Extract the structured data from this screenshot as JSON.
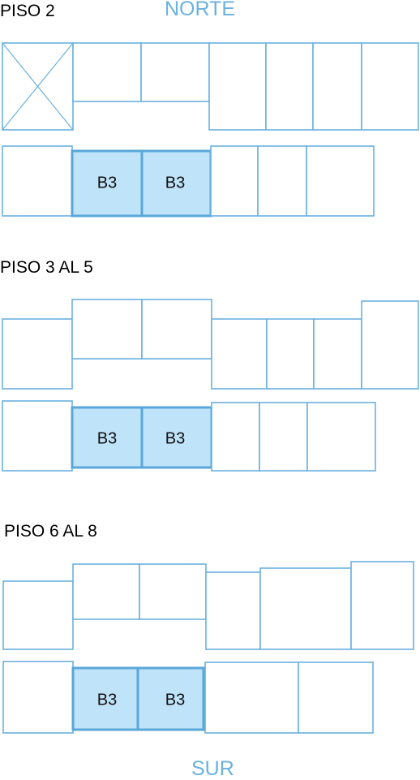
{
  "compass": {
    "north": "NORTE",
    "south": "SUR"
  },
  "floors": [
    {
      "label": "PISO 2",
      "highlight_label": "B3"
    },
    {
      "label": "PISO 3 AL 5",
      "highlight_label": "B3"
    },
    {
      "label": "PISO 6 AL 8",
      "highlight_label": "B3"
    }
  ],
  "colors": {
    "outline": "#6bb1df",
    "highlight_fill": "#bfe3f8",
    "highlight_stroke": "#5aa7da",
    "compass_text": "#6bb1df"
  }
}
